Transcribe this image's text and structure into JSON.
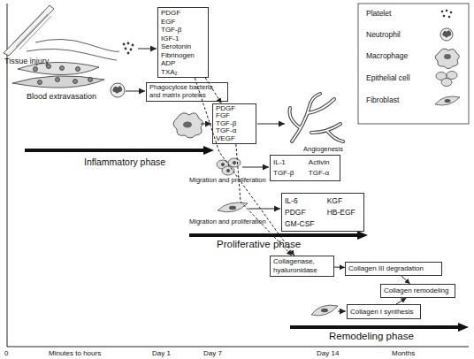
{
  "diagram": {
    "nodes": [
      {
        "text": [
          "PDGF",
          "EGF",
          "TGF-β",
          "IGF-1",
          "Serotonin",
          "Fibrinogen",
          "ADP",
          "TXA₂"
        ]
      },
      {
        "text": [
          "Phagocylose bacteria and matrix proteins"
        ]
      },
      {
        "text": [
          "PDGF",
          "FGF",
          "TGF-β",
          "TGF-α",
          "VEGF"
        ]
      },
      {
        "text": [
          "IL-1",
          "Activin",
          "TGF-β",
          "TGF-α"
        ]
      },
      {
        "text": [
          "IL-6",
          "KGF",
          "PDGF",
          "HB-EGF",
          "GM-CSF"
        ]
      },
      {
        "text": [
          "Collagenase, hyaluronidase"
        ]
      },
      {
        "text": [
          "Collagen III degradation"
        ]
      },
      {
        "text": [
          "Collagen remodeling"
        ]
      },
      {
        "text": [
          "Collagen I synthesis"
        ]
      }
    ],
    "edges": [
      {
        "from": 0,
        "to": 2,
        "arrow": "to"
      },
      {
        "from": 0,
        "to": 5,
        "arrow": "to"
      },
      {
        "from": 2,
        "to": 5,
        "arrow": "to"
      },
      {
        "from": 5,
        "to": 6,
        "arrow": "to"
      },
      {
        "from": 6,
        "to": 7,
        "arrow": "to"
      },
      {
        "from": 8,
        "to": 7,
        "arrow": "to"
      }
    ],
    "labels": [
      "Tissue injury",
      "Blood extravasation",
      "Angiogenesis",
      "Inflammatory phase",
      "Migration and proliferation",
      "Migration and proliferation",
      "Proliferative phase",
      "Remodeling phase",
      "0",
      "Minutes to hours",
      "Day 1",
      "Day 7",
      "Day 14",
      "Months"
    ],
    "legend": [
      {
        "text": "Platelet"
      },
      {
        "text": "Neutrophil"
      },
      {
        "text": "Macrophage"
      },
      {
        "text": "Epithelial cell"
      },
      {
        "text": "Fibroblast"
      }
    ]
  }
}
